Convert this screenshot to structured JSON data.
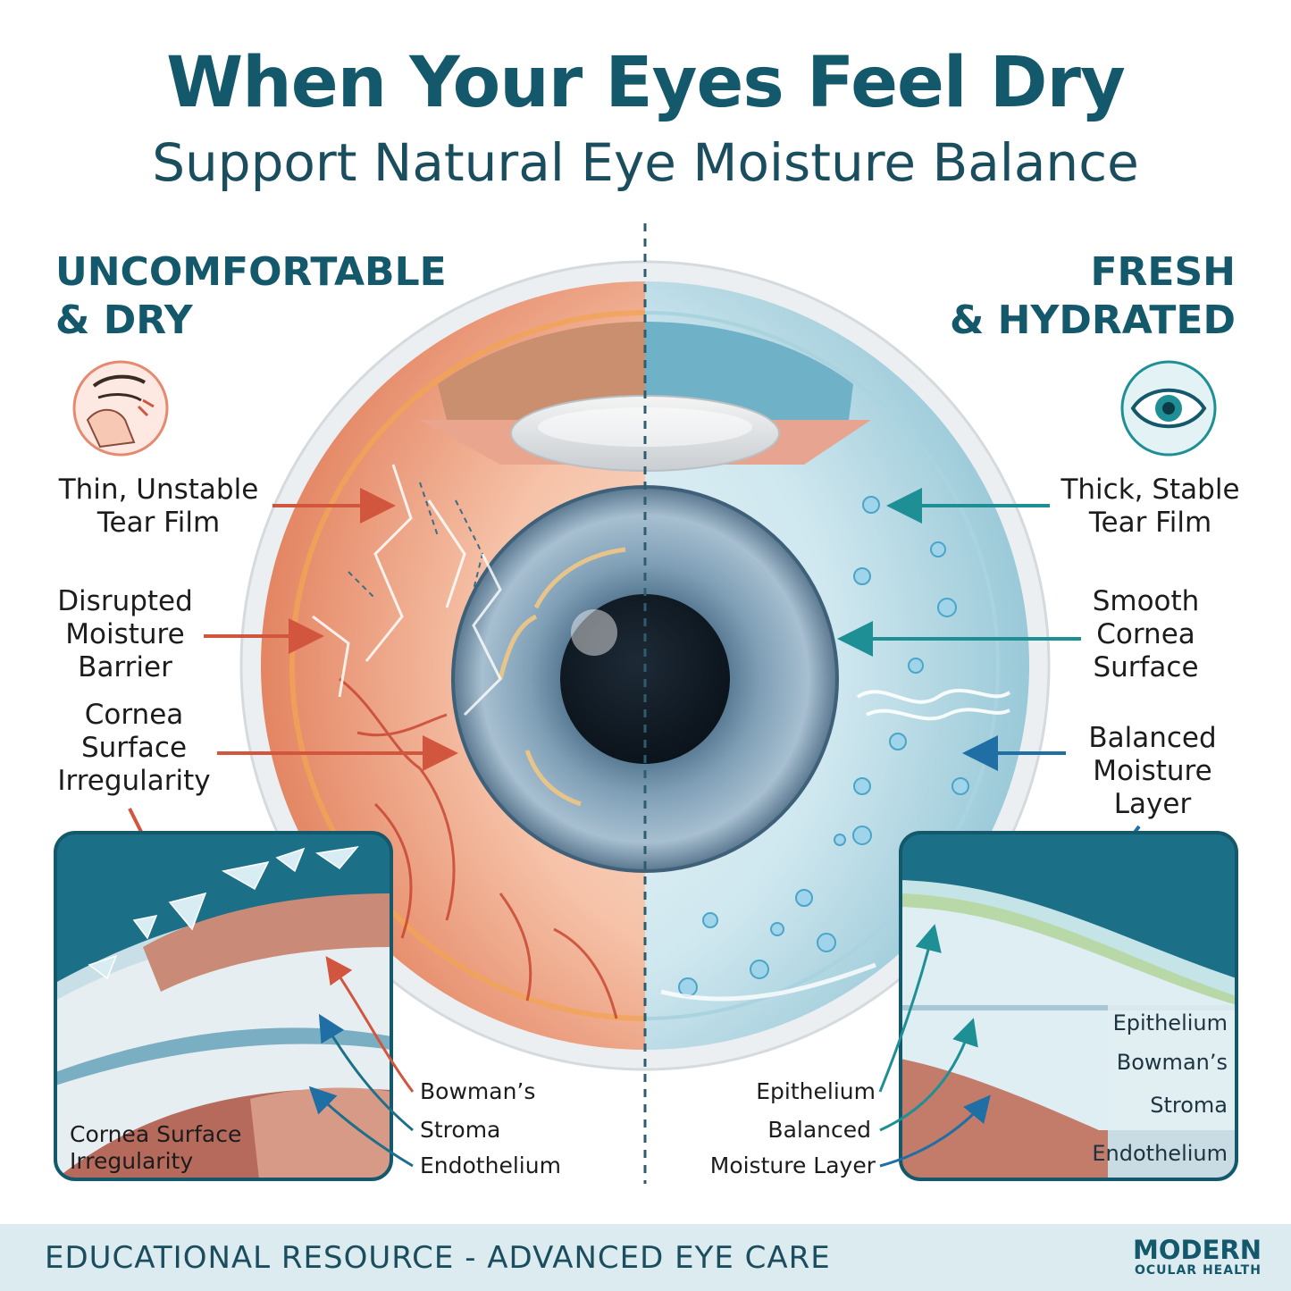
{
  "header": {
    "title": "When Your Eyes Feel Dry",
    "subtitle": "Support Natural Eye Moisture Balance"
  },
  "left": {
    "heading_line1": "UNCOMFORTABLE",
    "heading_line2": "& DRY",
    "icon": "rubbing-eye-icon",
    "labels": {
      "tear_film_1": "Thin, Unstable",
      "tear_film_2": "Tear Film",
      "barrier_1": "Disrupted",
      "barrier_2": "Moisture",
      "barrier_3": "Barrier",
      "cornea_1": "Cornea",
      "cornea_2": "Surface",
      "cornea_3": "Irregularity"
    },
    "inset": {
      "caption_1": "Cornea Surface",
      "caption_2": "Irregularity",
      "bowmans": "Bowman’s",
      "stroma": "Stroma",
      "endothelium": "Endothelium"
    }
  },
  "right": {
    "heading_line1": "FRESH",
    "heading_line2": "& HYDRATED",
    "icon": "healthy-eye-icon",
    "labels": {
      "tear_film_1": "Thick, Stable",
      "tear_film_2": "Tear Film",
      "cornea_1": "Smooth",
      "cornea_2": "Cornea",
      "cornea_3": "Surface",
      "moisture_1": "Balanced",
      "moisture_2": "Moisture",
      "moisture_3": "Layer"
    },
    "inset": {
      "epithelium_out": "Epithelium",
      "balanced_1": "Balanced",
      "balanced_2": "Moisture Layer",
      "layer_epithelium": "Epithelium",
      "layer_bowmans": "Bowman’s",
      "layer_stroma": "Stroma",
      "layer_endothelium": "Endothelium"
    }
  },
  "footer": {
    "text": "EDUCATIONAL RESOURCE - ADVANCED EYE CARE",
    "brand_name": "MODERN",
    "brand_sub": "OCULAR HEALTH",
    "brand_icon": "eye-logo-icon"
  },
  "colors": {
    "primary": "#13586b",
    "dry_arrow": "#d2553e",
    "hydrated_arrow": "#1e8f95",
    "footer_bg": "#dcebef"
  }
}
